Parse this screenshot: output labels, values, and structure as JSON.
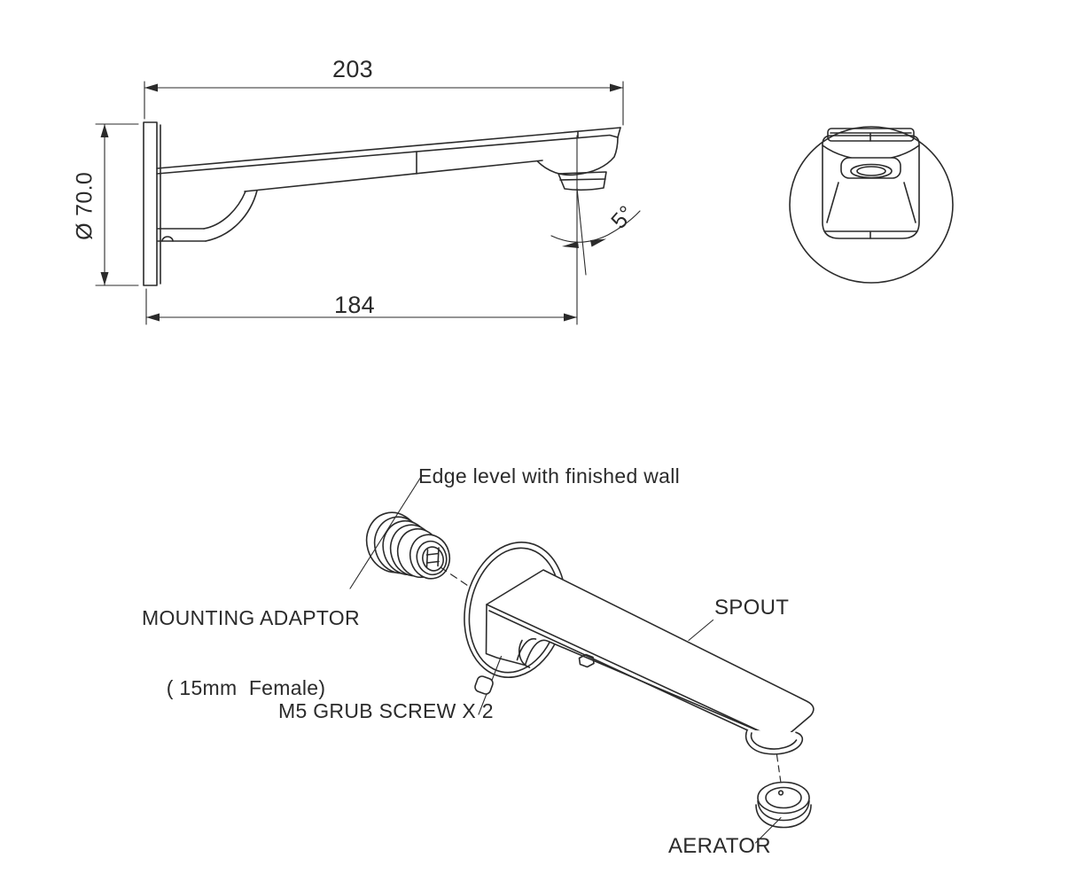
{
  "document": {
    "type": "technical-drawing",
    "subject": "wall-mounted bath spout installation diagram",
    "colors": {
      "line": "#2b2b2b",
      "background": "#ffffff"
    }
  },
  "side_view": {
    "dim_top": "203",
    "dim_bottom": "184",
    "dim_diameter": "Ø 70.0",
    "dim_angle": "5°"
  },
  "exploded_view": {
    "edge_level_label": "Edge level with finished wall",
    "mounting_adaptor_label_line1": "MOUNTING ADAPTOR",
    "mounting_adaptor_label_line2": "( 15mm  Female)",
    "spout_label": "SPOUT",
    "grub_screw_label": "M5 GRUB SCREW X 2",
    "aerator_label": "AERATOR"
  }
}
